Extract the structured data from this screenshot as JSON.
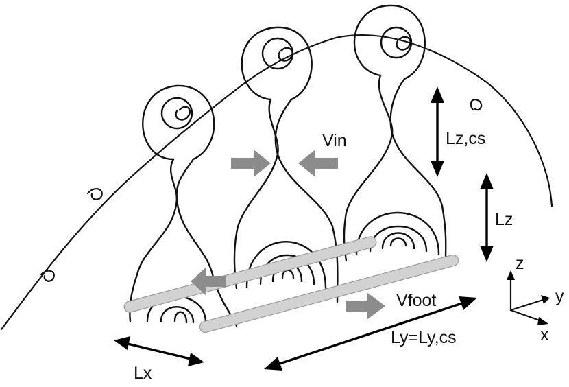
{
  "labels": {
    "vin": "Vin",
    "lzcs": "Lz,cs",
    "lz": "Lz",
    "vfoot": "Vfoot",
    "ly": "Ly=Ly,cs",
    "lx": "Lx",
    "axis_z": "z",
    "axis_y": "y",
    "axis_x": "x"
  }
}
